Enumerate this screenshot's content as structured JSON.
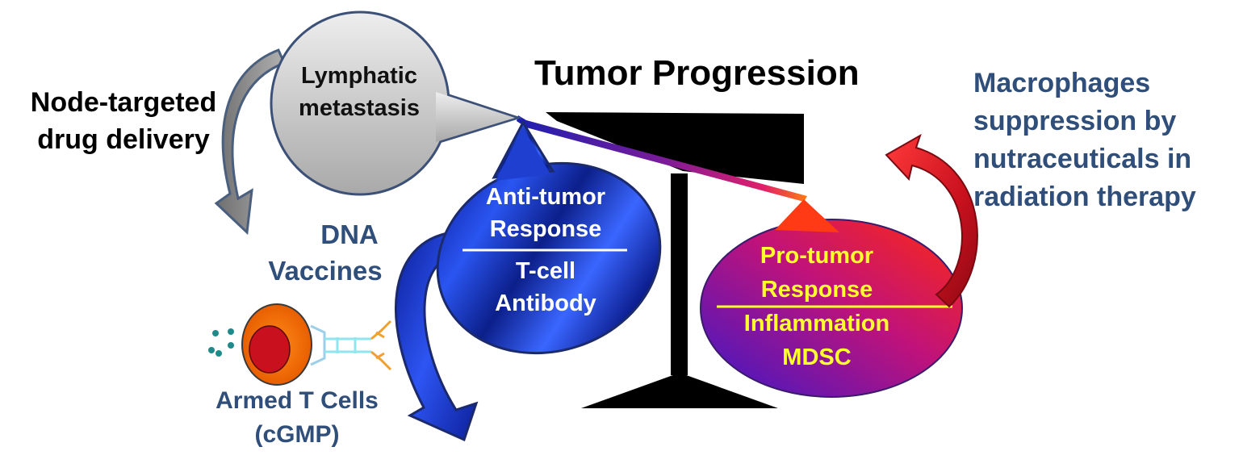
{
  "title": "Tumor Progression",
  "left_label": [
    "Node-targeted",
    "drug delivery"
  ],
  "right_label": [
    "Macrophages",
    "suppression by",
    "nutraceuticals in",
    "radiation therapy"
  ],
  "dna_label": [
    "DNA",
    "Vaccines"
  ],
  "tcell_label": [
    "Armed T Cells",
    "(cGMP)"
  ],
  "lymph_bubble": [
    "Lymphatic",
    "metastasis"
  ],
  "anti_bubble": {
    "top": [
      "Anti-tumor",
      "Response"
    ],
    "bottom": [
      "T-cell",
      "Antibody"
    ]
  },
  "pro_bubble": {
    "top": [
      "Pro-tumor",
      "Response"
    ],
    "bottom": [
      "Inflammation",
      "MDSC"
    ]
  },
  "colors": {
    "blue_text": "#2f4e79",
    "pro_text": "#ffff2e",
    "anti_bubble": "#1a3cd6",
    "pro_bubble": "#c0127a",
    "arrow_red": "#c8101e",
    "arrow_grey": "#8c8c8c",
    "arrow_blue": "#1e3fd8"
  }
}
